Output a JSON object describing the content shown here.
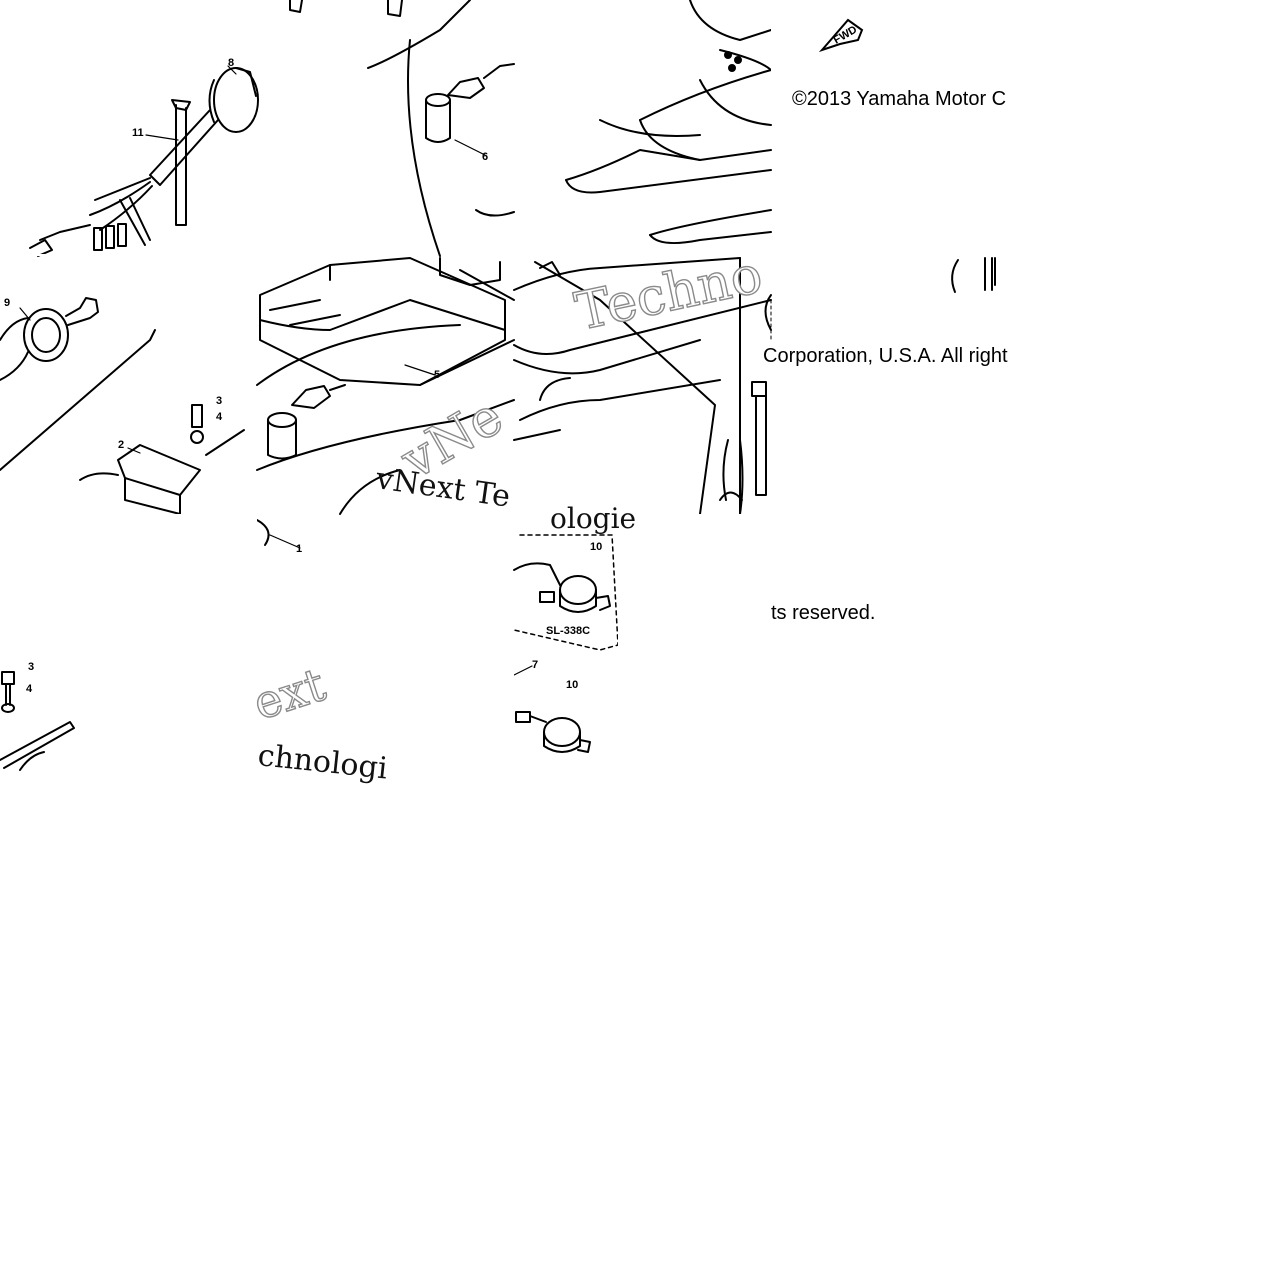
{
  "copyright": {
    "line1": "©2013 Yamaha Motor C",
    "line2": "Corporation, U.S.A. All right",
    "line3": "ts reserved."
  },
  "watermarks": {
    "w1": "Techno",
    "w2": "vNext Te",
    "w3": "vNe",
    "w4": "ologie",
    "w5": "ext",
    "w6": "chnologi"
  },
  "labels": {
    "fwd": "FWD",
    "model": "SL-338C",
    "c1": "1",
    "c2": "2",
    "c3": "3",
    "c4": "4",
    "c5": "5",
    "c6": "6",
    "c7": "7",
    "c8": "8",
    "c9": "9",
    "c10": "10",
    "c11": "11"
  }
}
